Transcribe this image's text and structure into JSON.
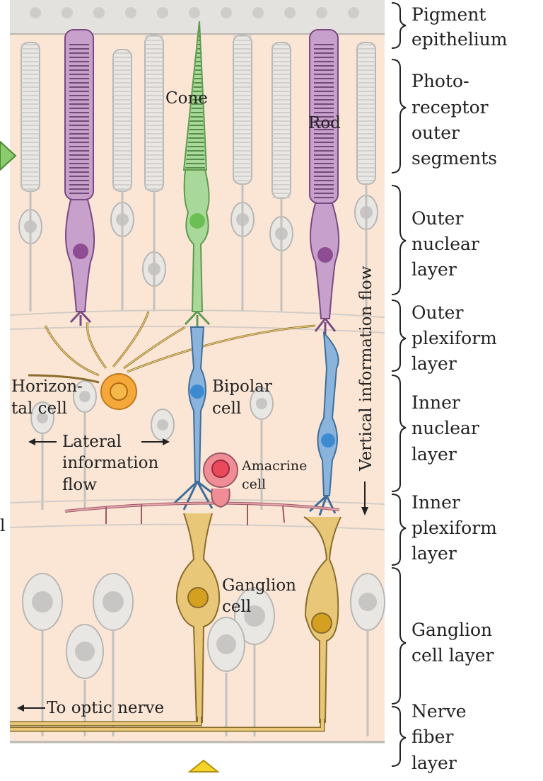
{
  "colors": {
    "background_tissue": "#fbe6d6",
    "rod": "#c8a0cc",
    "rod_dark": "#7a4a82",
    "cone": "#a9d99a",
    "cone_dark": "#5f9a4d",
    "bipolar": "#8ab4dc",
    "horizontal": "#f5a83a",
    "amacrine": "#f08c96",
    "ganglion": "#e8c878",
    "neurite_outline": "#8a6d2c"
  },
  "cells": {
    "cone": "Cone",
    "rod": "Rod",
    "horizontal_line1": "Horizon-",
    "horizontal_line2": "tal cell",
    "bipolar_line1": "Bipolar",
    "bipolar_line2": "cell",
    "amacrine_line1": "Amacrine",
    "amacrine_line2": "cell",
    "ganglion_line1": "Ganglion",
    "ganglion_line2": "cell"
  },
  "flows": {
    "lateral_line1": "Lateral",
    "lateral_line2": "information",
    "lateral_line3": "flow",
    "vertical": "Vertical information flow",
    "optic_nerve": "To optic nerve"
  },
  "layers": [
    {
      "name": "pigment-epithelium",
      "lines": [
        "Pigment",
        "epithelium"
      ]
    },
    {
      "name": "photoreceptor-outer-segments",
      "lines": [
        "Photo-",
        "receptor",
        "outer",
        "segments"
      ]
    },
    {
      "name": "outer-nuclear-layer",
      "lines": [
        "Outer",
        "nuclear",
        "layer"
      ]
    },
    {
      "name": "outer-plexiform-layer",
      "lines": [
        "Outer",
        "plexiform",
        "layer"
      ]
    },
    {
      "name": "inner-nuclear-layer",
      "lines": [
        "Inner",
        "nuclear",
        "layer"
      ]
    },
    {
      "name": "inner-plexiform-layer",
      "lines": [
        "Inner",
        "plexiform",
        "layer"
      ]
    },
    {
      "name": "ganglion-cell-layer",
      "lines": [
        "Ganglion",
        "cell layer"
      ]
    },
    {
      "name": "nerve-fiber-layer",
      "lines": [
        "Nerve",
        "fiber",
        "layer"
      ]
    }
  ],
  "edge_fragment": "l"
}
